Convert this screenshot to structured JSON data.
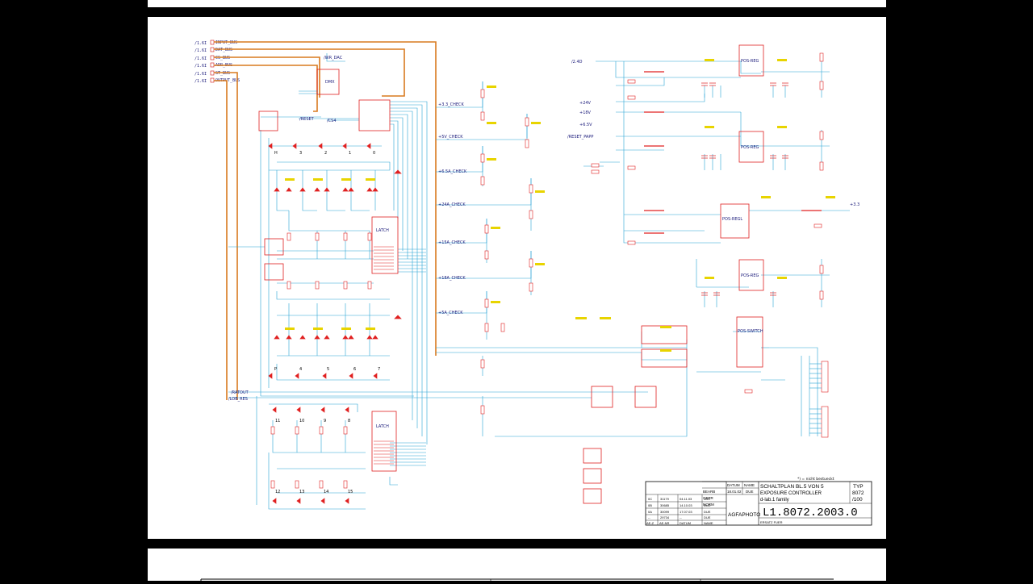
{
  "buses": [
    {
      "ref": "/1.6I",
      "name": "INPUT_BUS"
    },
    {
      "ref": "/1.6I",
      "name": "DAT_BUS"
    },
    {
      "ref": "/1.6I",
      "name": "CS_BUS"
    },
    {
      "ref": "/1.6I",
      "name": "ADR_BUS"
    },
    {
      "ref": "/1.6I",
      "name": "ST_BUS"
    },
    {
      "ref": "/1.6I",
      "name": "OUTPUT_BUS"
    }
  ],
  "nets": {
    "wr_dac": "/WR_DAC",
    "reset": "/RESET",
    "cs4": "/CS4",
    "check_33": "+3.3_CHECK",
    "check_5": "+5V_CHECK",
    "check_65": "+6.5A_CHECK",
    "check_24": "+24A_CHECK",
    "check_15": "+15A_CHECK",
    "check_18": "+18A_CHECK",
    "check_5a": "+5A_CHECK",
    "ratout": "/RATOUT",
    "lob_res": "/LOB_RES",
    "reset_papp": "/RESET_PAPP",
    "ext_ref": "/2.4D",
    "out_33": "+3.3",
    "p24": "+24V",
    "p18": "+18V",
    "p65": "+6.5V"
  },
  "chips": {
    "dmx": "DMX",
    "latch1": "LATCH",
    "latch2": "LATCH",
    "pos_reg": "POS-REG",
    "pos_regl": "POS-REGL",
    "pos_switch": "POS-SWITCH"
  },
  "numbers": {
    "row1": [
      "H",
      "3",
      "2",
      "1",
      "0"
    ],
    "row2": [
      "P",
      "4",
      "5",
      "6",
      "7"
    ],
    "row3": [
      "11",
      "10",
      "9",
      "8"
    ],
    "row4": [
      "12",
      "13",
      "14",
      "15"
    ]
  },
  "note": "*) = nicht bestueckt",
  "title_block": {
    "datum_hdr": "DATUM",
    "name_hdr": "NAME",
    "bearb": "BEARB",
    "bearb_date": "18.01.02",
    "bearb_name": "DUE",
    "gepr": "GEPR",
    "norm": "NORM",
    "title_line1": "SCHALTPLAN    BL.5 VON 5",
    "title_line2": "EXPOSURE CONTROLLER",
    "family": "d-lab.1 family",
    "typ_label": "TYP",
    "typ_value": "8072",
    "typ_sub": "/100",
    "company": "AGFAPHOTO",
    "doc_number": "L1.8072.2003.0",
    "ersatz": "ERSATZ FUER",
    "rev_rows": [
      {
        "rev": "0C",
        "ae": "31179",
        "date": "04.11.03",
        "name": "JOH"
      },
      {
        "rev": "0B",
        "ae": "30685",
        "date": "14.10.03",
        "name": "DUE"
      },
      {
        "rev": "0A",
        "ae": "30099",
        "date": "17.07.03",
        "name": "DUE"
      },
      {
        "rev": "--",
        "ae": "29734",
        "date": "--",
        "name": "DUE"
      }
    ],
    "rev_hdr": [
      "AE-Z",
      "AE-NR",
      "DATUM",
      "NAME"
    ]
  },
  "colors": {
    "wire": "#29a3d6",
    "bus": "#d97a1f",
    "component": "#e02020",
    "label_yellow": "#c8b400",
    "label_blue": "#1a1a7a"
  }
}
